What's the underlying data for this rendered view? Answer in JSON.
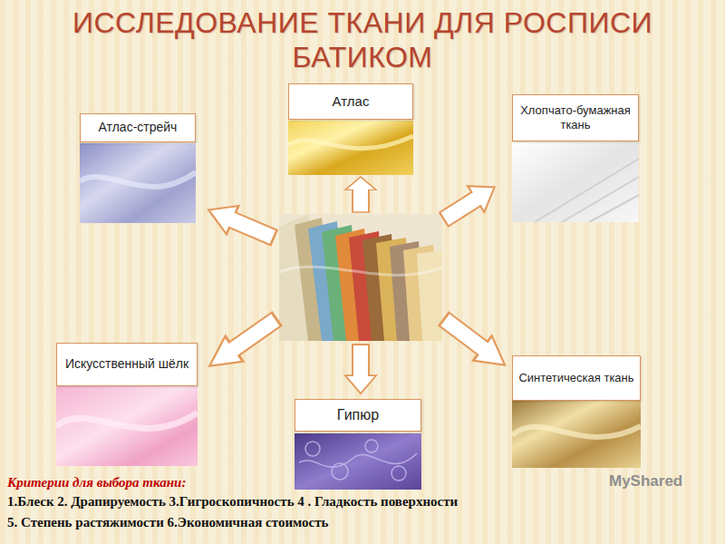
{
  "diagram": {
    "title": "ИССЛЕДОВАНИЕ ТКАНИ ДЛЯ РОСПИСИ БАТИКОМ",
    "nodes": [
      {
        "text": [
          "Атлас"
        ]
      },
      {
        "text": [
          "Атлас-стрейч"
        ]
      },
      {
        "text": [
          "Хлопчато-бумажная ткань"
        ]
      },
      {
        "text": [
          "Искусственный шёлк"
        ]
      },
      {
        "text": [
          "Синтетическая ткань"
        ]
      },
      {
        "text": [
          "Гипюр"
        ]
      }
    ],
    "labels": [
      "Критерии для выбора ткани:",
      "1.Блеск 2. Драпируемость 3.Гигроскопичность 4 . Гладкость поверхности",
      "5. Степень растяжимости 6.Экономичная стоимость",
      "MyShared"
    ]
  }
}
